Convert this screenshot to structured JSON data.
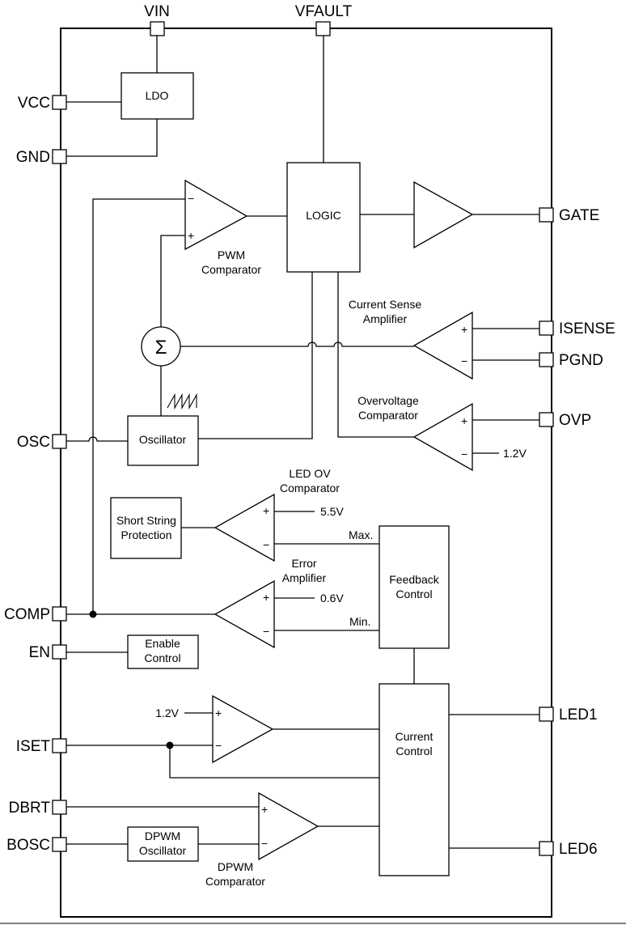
{
  "pins": {
    "vin": "VIN",
    "vfault": "VFAULT",
    "vcc": "VCC",
    "gnd": "GND",
    "osc": "OSC",
    "comp": "COMP",
    "en": "EN",
    "iset": "ISET",
    "dbrt": "DBRT",
    "bosc": "BOSC",
    "gate": "GATE",
    "isense": "ISENSE",
    "pgnd": "PGND",
    "ovp": "OVP",
    "led1": "LED1",
    "led6": "LED6"
  },
  "blocks": {
    "ldo": "LDO",
    "logic": "LOGIC",
    "sum": "Σ",
    "oscillator": "Oscillator",
    "short_string": [
      "Short String",
      "Protection"
    ],
    "enable": [
      "Enable",
      "Control"
    ],
    "feedback": [
      "Feedback",
      "Control"
    ],
    "current": [
      "Current",
      "Control"
    ],
    "dpwm_osc": [
      "DPWM",
      "Oscillator"
    ]
  },
  "labels": {
    "pwm_comp": [
      "PWM",
      "Comparator"
    ],
    "cs_amp": [
      "Current Sense",
      "Amplifier"
    ],
    "ov_comp": [
      "Overvoltage",
      "Comparator"
    ],
    "led_ov": [
      "LED OV",
      "Comparator"
    ],
    "error_amp": [
      "Error",
      "Amplifier"
    ],
    "dpwm_comp": [
      "DPWM",
      "Comparator"
    ]
  },
  "values": {
    "ovp_ref": "1.2V",
    "led_ov_ref": "5.5V",
    "error_ref": "0.6V",
    "iset_ref": "1.2V",
    "max": "Max.",
    "min": "Min."
  },
  "signs": {
    "plus": "+",
    "minus": "−"
  }
}
